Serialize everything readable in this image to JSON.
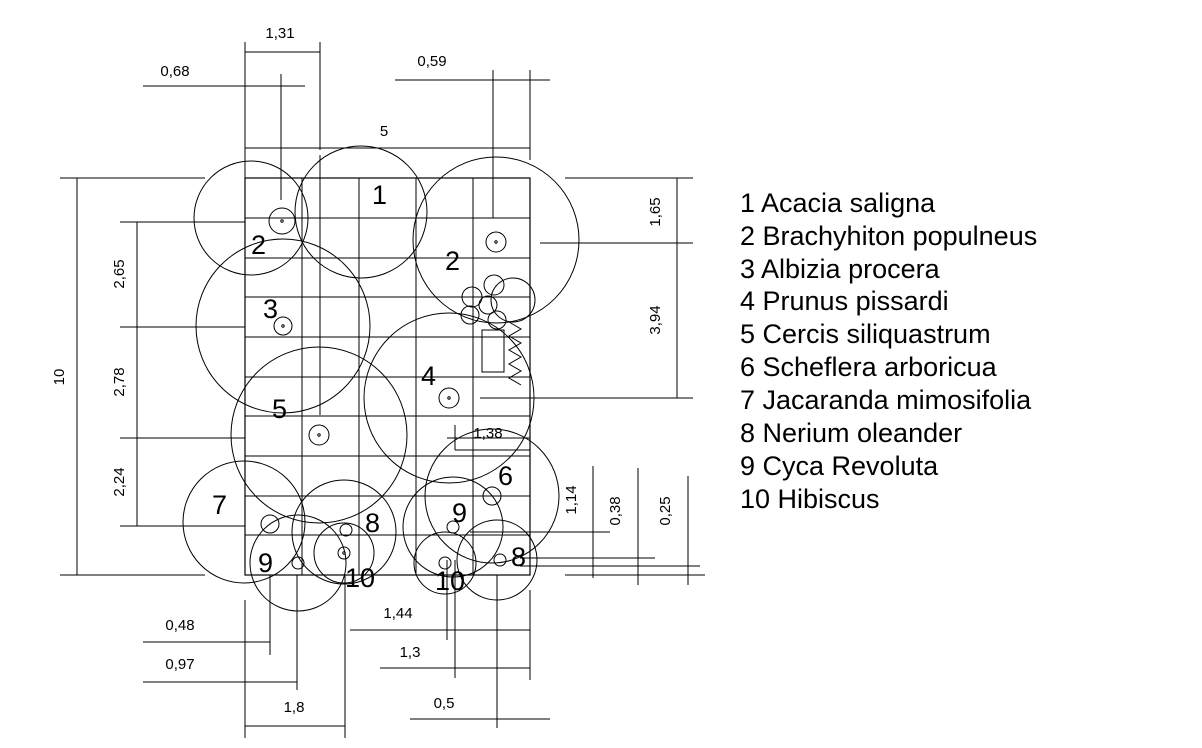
{
  "dimensions": {
    "top_width_1_31": "1,31",
    "top_offset_0_68": "0,68",
    "top_right_0_59": "0,59",
    "overall_width": "5",
    "overall_height": "10",
    "left_2_65": "2,65",
    "left_2_78": "2,78",
    "left_2_24": "2,24",
    "right_1_65": "1,65",
    "right_3_94": "3,94",
    "inner_1_38": "1,38",
    "right_1_14": "1,14",
    "right_0_38": "0,38",
    "right_0_25": "0,25",
    "bottom_0_48": "0,48",
    "bottom_0_97": "0,97",
    "bottom_1_8": "1,8",
    "bottom_1_44": "1,44",
    "bottom_1_3": "1,3",
    "bottom_0_5": "0,5"
  },
  "plant_labels": {
    "p1": "1",
    "p2_left": "2",
    "p2_right": "2",
    "p3": "3",
    "p4": "4",
    "p5": "5",
    "p6": "6",
    "p7": "7",
    "p8_left": "8",
    "p8_right": "8",
    "p9_left": "9",
    "p9_right": "9",
    "p10_left": "10",
    "p10_right": "10"
  },
  "legend": [
    "1 Acacia saligna",
    "2 Brachyhiton populneus",
    "3 Albizia procera",
    "4 Prunus pissardi",
    "5 Cercis siliquastrum",
    "6 Scheflera arboricua",
    "7 Jacaranda mimosifolia",
    "8 Nerium oleander",
    "9 Cyca Revoluta",
    "10 Hibiscus"
  ]
}
